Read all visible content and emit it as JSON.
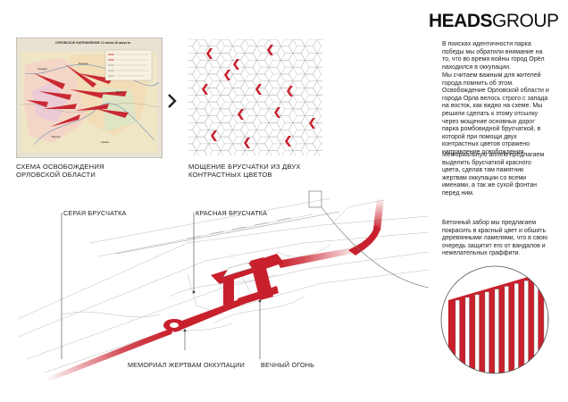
{
  "brand": {
    "part1": "HEADS",
    "part2": "GROUP"
  },
  "map": {
    "legend_title": "ОРЛОВСКОЕ НАПРАВЛЕНИЕ 12 июля-18 августа",
    "caption": "СХЕМА ОСВОБОЖДЕНИЯ ОРЛОВСКОЙ ОБЛАСТИ"
  },
  "paving": {
    "caption": "МОЩЕНИЕ БРУСЧАТКИ ИЗ ДВУХ КОНТРАСТНЫХ ЦВЕТОВ"
  },
  "text": {
    "p1": "В поисках идентичности парка победы мы обратили внимание на то, что во время войны город Орёл находился в оккупации.",
    "p2": "Мы считаем важным для жителей города помнить об этом. Освобождение Орловской области и города Орла велось строго с запада на восток, как видно на схеме. Мы решили сделать к этому отсылку через мощение основных дорог парка ромбовидной брусчаткой, в которой при помощи двух контрастных цветов отражено направление освобождения.",
    "p3": "Мемориальную аллею предлагаем выделить брусчаткой красного цвета, сделав там памятник жертвам оккупации со всеми именами, а так же сухой фонтан перед ним.",
    "p4": "Бетонный забор мы предлагаем покрасить в красный цвет и обшить деревянными ламелями, что в свою очередь защитит его от вандалов и нежелательных граффити."
  },
  "plan": {
    "label_gray": "СЕРАЯ БРУСЧАТКА",
    "label_red": "КРАСНАЯ БРУСЧАТКА",
    "label_memorial": "МЕМОРИАЛ ЖЕРТВАМ ОККУПАЦИИ",
    "label_fire": "ВЕЧНЫЙ ОГОНЬ"
  },
  "colors": {
    "accent": "#c8202c",
    "line": "#555555"
  }
}
